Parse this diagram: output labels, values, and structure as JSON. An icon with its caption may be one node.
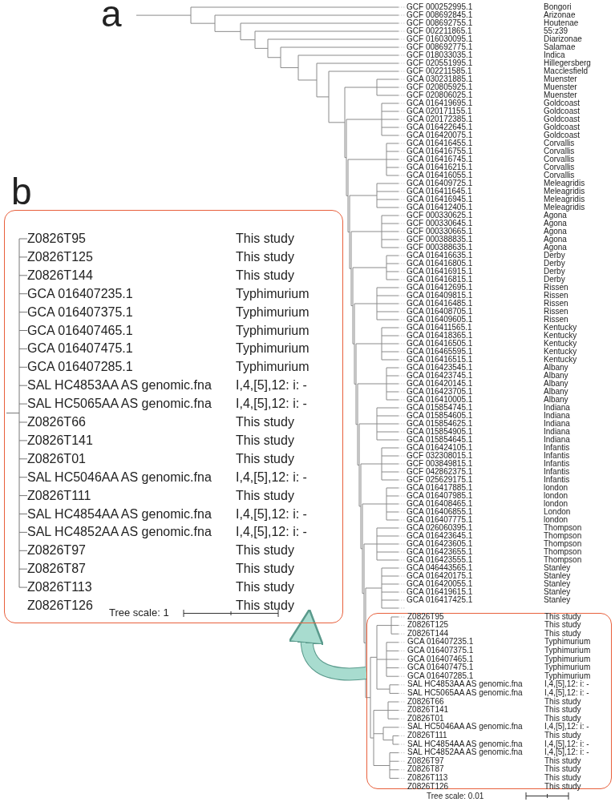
{
  "diagram": {
    "nodes": [
      {
        "text": [
          "Z0826T95",
          "This study",
          "Z0826T125",
          "This study",
          "Z0826T144",
          "This study",
          "GCA 016407235.1",
          "Typhimurium",
          "GCA 016407375.1",
          "Typhimurium",
          "GCA 016407465.1",
          "Typhimurium",
          "GCA 016407475.1",
          "Typhimurium",
          "GCA 016407285.1",
          "Typhimurium",
          "SAL HC4853AA AS genomic.fna",
          "I,4,[5],12: i: -",
          "SAL HC5065AA AS genomic.fna",
          "I,4,[5],12: i: -",
          "Z0826T66",
          "This study",
          "Z0826T141",
          "This study",
          "Z0826T01",
          "This study",
          "SAL HC5046AA AS genomic.fna",
          "I,4,[5],12: i: -",
          "Z0826T111",
          "This study",
          "SAL HC4854AA AS genomic.fna",
          "I,4,[5],12: i: -",
          "SAL HC4852AA AS genomic.fna",
          "I,4,[5],12: i: -",
          "Z0826T97",
          "This study",
          "Z0826T87",
          "This study",
          "Z0826T113",
          "This study",
          "Z0826T126",
          "This study",
          "Tree scale: 1"
        ]
      },
      {
        "text": [
          "Z0826T95",
          "This study",
          "Z0826T125",
          "This study",
          "Z0826T144",
          "This study",
          "GCA 016407235.1",
          "Typhimurium",
          "GCA 016407375.1",
          "Typhimurium",
          "GCA 016407465.1",
          "Typhimurium",
          "GCA 016407475.1",
          "Typhimurium",
          "GCA 016407285.1",
          "Typhimurium",
          "SAL HC4853AA AS genomic.fna",
          "I,4,[5],12: i: -",
          "SAL HC5065AA AS genomic.fna",
          "I,4,[5],12: i: -",
          "Z0826T66",
          "This study",
          "Z0826T141",
          "This study",
          "Z0826T01",
          "This study",
          "SAL HC5046AA AS genomic.fna",
          "I,4,[5],12: i: -",
          "Z0826T111",
          "This study",
          "SAL HC4854AA AS genomic.fna",
          "I,4,[5],12: i: -",
          "SAL HC4852AA AS genomic.fna",
          "I,4,[5],12: i: -",
          "Z0826T97",
          "This study",
          "Z0826T87",
          "This study",
          "Z0826T113",
          "This study",
          "Z0826T126",
          "This study"
        ]
      }
    ],
    "edges": [
      {
        "from": 1,
        "to": 0,
        "arrow": "to"
      }
    ],
    "labels": [
      "a",
      "GCF 000252995.1",
      "Bongori",
      "GCF 008692845.1",
      "Arizonae",
      "GCF 008692755.1",
      "Houtenae",
      "GCF 002211865.1",
      "55:z39",
      "GCF 016030095.1",
      "Diarizonae",
      "GCF 008692775.1",
      "Salamae",
      "GCF 018033035.1",
      "Indica",
      "GCF 020551995.1",
      "Hillegersberg",
      "GCF 002211585.1",
      "Macclesfield",
      "GCA 030231885.1",
      "Muenster",
      "GCF 020805925.1",
      "Muenster",
      "GCF 020806025.1",
      "Muenster",
      "GCA 016419695.1",
      "Goldcoast",
      "GCA 020171155.1",
      "Goldcoast",
      "GCA 020172385.1",
      "Goldcoast",
      "GCA 016422645.1",
      "Goldcoast",
      "GCA 016420075.1",
      "Goldcoast",
      "GCA 016416455.1",
      "Corvallis",
      "GCA 016416755.1",
      "Corvallis",
      "GCA 016416745.1",
      "Corvallis",
      "GCA 016416215.1",
      "Corvallis",
      "GCA 016416055.1",
      "Corvallis",
      "GCA 016409725.1",
      "Meleagridis",
      "GCA 016411645.1",
      "Meleagridis",
      "GCA 016416945.1",
      "Meleagridis",
      "GCA 016412405.1",
      "Meleagridis",
      "GCF 000330625.1",
      "Agona",
      "GCF 000330645.1",
      "Agona",
      "GCF 000330665.1",
      "Agona",
      "GCF 000388835.1",
      "Agona",
      "GCF 000388635.1",
      "Agona",
      "GCA 016416635.1",
      "Derby",
      "GCA 016416805.1",
      "Derby",
      "GCA 016416915.1",
      "Derby",
      "GCA 016416815.1",
      "Derby",
      "GCA 016412695.1",
      "Rissen",
      "GCA 016409815.1",
      "Rissen",
      "GCA 016416485.1",
      "Rissen",
      "GCA 016408705.1",
      "Rissen",
      "GCA 016409605.1",
      "Rissen",
      "GCA 016411565.1",
      "Kentucky",
      "GCA 016418365.1",
      "Kentucky",
      "GCA 016416505.1",
      "Kentucky",
      "GCA 016465595.1",
      "Kentucky",
      "GCA 016416515.1",
      "Kentucky",
      "GCA 016423545.1",
      "Albany",
      "GCA 016423745.1",
      "Albany",
      "GCA 016420145.1",
      "Albany",
      "GCA 016423705.1",
      "Albany",
      "GCA 016410005.1",
      "Albany",
      "GCA 015854745.1",
      "Indiana",
      "GCA 015854605.1",
      "Indiana",
      "GCA 015854625.1",
      "Indiana",
      "GCA 015854905.1",
      "Indiana",
      "GCA 015854645.1",
      "Indiana",
      "GCA 016424105.1",
      "Infantis",
      "GCF 032308015.1",
      "Infantis",
      "GCF 003849815.1",
      "Infantis",
      "GCF 042862375.1",
      "Infantis",
      "GCF 025629175.1",
      "Infantis",
      "GCA 016417885.1",
      "london",
      "GCA 016407985.1",
      "london",
      "GCA 016408465.1",
      "london",
      "GCA 016406855.1",
      "London",
      "GCA 016407775.1",
      "london",
      "GCA 026060395.1",
      "Thompson",
      "GCA 016423645.1",
      "Thompson",
      "GCA 016423605.1",
      "Thompson",
      "GCA 016423655.1",
      "Thompson",
      "GCA 016423555.1",
      "Thompson",
      "GCA 046443565.1",
      "Stanley",
      "GCA 016420175.1",
      "Stanley",
      "GCA 016420055.1",
      "Stanley",
      "GCA 016419615.1",
      "Stanley",
      "GCA 016417425.1",
      "Stanley",
      "b",
      "Tree scale: 0.01"
    ]
  }
}
